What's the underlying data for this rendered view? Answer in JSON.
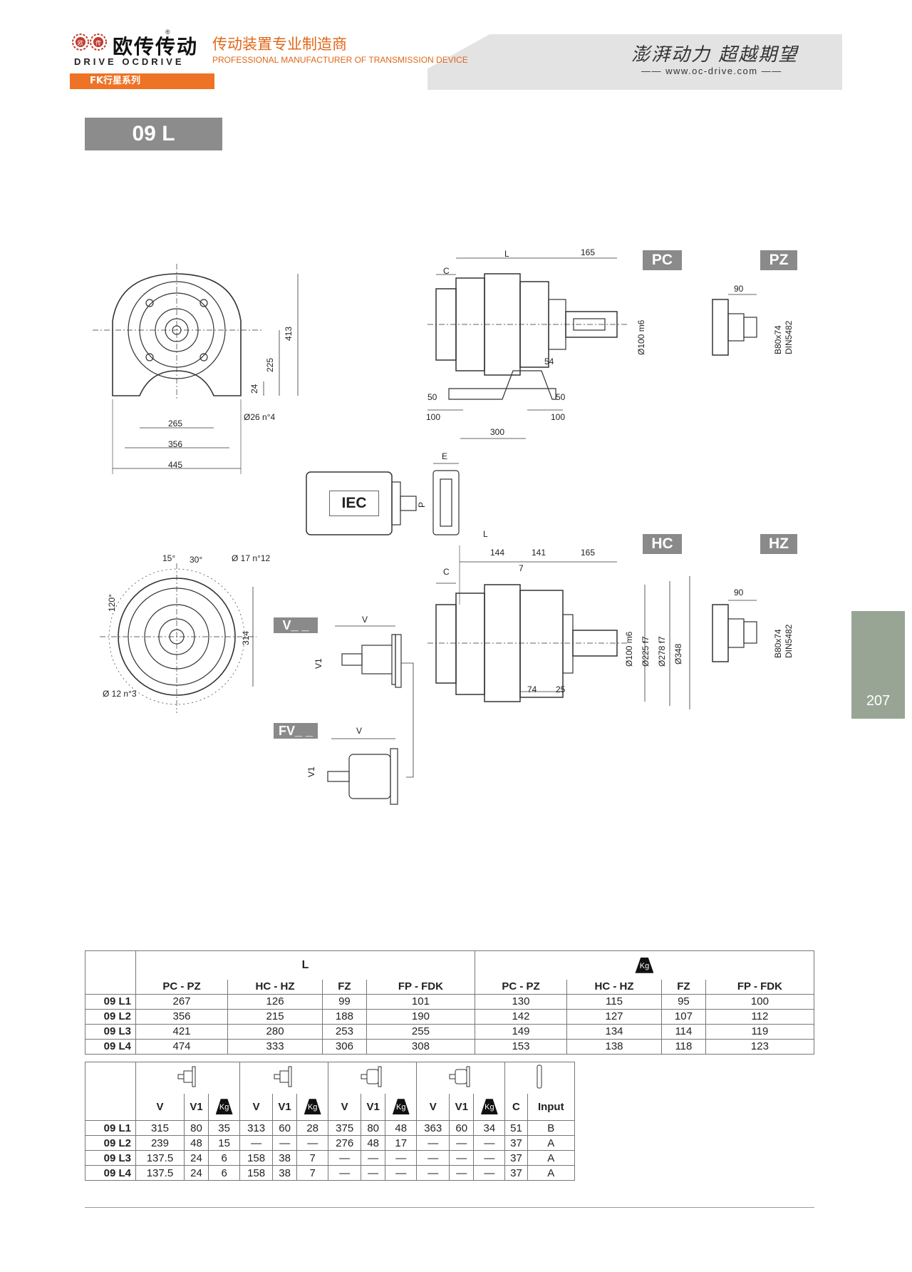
{
  "header": {
    "brand_cn": "欧传传动",
    "brand_en": "DRIVE OCDRIVE",
    "logo_badge_1": "欧",
    "logo_badge_2": "传",
    "logo_reg": "®",
    "slogan_cn": "传动装置专业制造商",
    "slogan_en": "PROFESSIONAL MANUFACTURER OF TRANSMISSION DEVICE",
    "motto_cn": "澎湃动力 超越期望",
    "website": "www.oc-drive.com",
    "series": "FK行星系列",
    "accent_color": "#ee7326"
  },
  "model": "09 L",
  "page_number": "207",
  "drawing": {
    "tags": {
      "pc": "PC",
      "pz": "PZ",
      "hc": "HC",
      "hz": "HZ",
      "v": "V_ _",
      "fv": "FV_ _",
      "iec": "IEC"
    },
    "front_view": {
      "d1": "413",
      "d2": "225",
      "d3": "24",
      "d4": "265",
      "d5": "Ø26 n°4",
      "d6": "356",
      "d7": "445"
    },
    "flange_view": {
      "a1": "15°",
      "a2": "30°",
      "h1": "Ø 17 n°12",
      "a3": "120°",
      "d1": "314",
      "h2": "Ø 12 n°3"
    },
    "pc_view": {
      "c": "C",
      "l": "L",
      "d165": "165",
      "shaft": "Ø100 m6",
      "d54": "54",
      "d50a": "50",
      "d50b": "50",
      "d100a": "100",
      "d100b": "100",
      "d300": "300"
    },
    "pz_view": {
      "d90": "90",
      "spline1": "B80x74",
      "spline2": "DIN5482"
    },
    "iec_view": {
      "e": "E",
      "p": "P"
    },
    "hc_view": {
      "l": "L",
      "d144": "144",
      "d141": "141",
      "d165": "165",
      "d7": "7",
      "c": "C",
      "shaft": "Ø100 m6",
      "d225": "Ø225 f7",
      "d278": "Ø278 f7",
      "d348": "Ø348",
      "d74": "74",
      "d25": "25"
    },
    "hz_view": {
      "d90": "90",
      "spline1": "B80x74",
      "spline2": "DIN5482"
    },
    "v_view": {
      "v": "V",
      "v1": "V1"
    },
    "fv_view": {
      "v": "V",
      "v1": "V1"
    }
  },
  "table1": {
    "header_l": "L",
    "weight_icon": "Kg",
    "columns": [
      "PC - PZ",
      "HC - HZ",
      "FZ",
      "FP - FDK",
      "PC - PZ",
      "HC - HZ",
      "FZ",
      "FP - FDK"
    ],
    "rows": [
      {
        "label": "09 L1",
        "cells": [
          "267",
          "126",
          "99",
          "101",
          "130",
          "115",
          "95",
          "100"
        ]
      },
      {
        "label": "09 L2",
        "cells": [
          "356",
          "215",
          "188",
          "190",
          "142",
          "127",
          "107",
          "112"
        ]
      },
      {
        "label": "09 L3",
        "cells": [
          "421",
          "280",
          "253",
          "255",
          "149",
          "134",
          "114",
          "119"
        ]
      },
      {
        "label": "09 L4",
        "cells": [
          "474",
          "333",
          "306",
          "308",
          "153",
          "138",
          "118",
          "123"
        ]
      }
    ]
  },
  "table2": {
    "kg": "Kg",
    "columns": [
      "V",
      "V1",
      "Kg",
      "V",
      "V1",
      "Kg",
      "V",
      "V1",
      "Kg",
      "V",
      "V1",
      "Kg",
      "C",
      "Input"
    ],
    "rows": [
      {
        "label": "09 L1",
        "cells": [
          "315",
          "80",
          "35",
          "313",
          "60",
          "28",
          "375",
          "80",
          "48",
          "363",
          "60",
          "34",
          "51",
          "B"
        ]
      },
      {
        "label": "09 L2",
        "cells": [
          "239",
          "48",
          "15",
          "—",
          "—",
          "—",
          "276",
          "48",
          "17",
          "—",
          "—",
          "—",
          "37",
          "A"
        ]
      },
      {
        "label": "09 L3",
        "cells": [
          "137.5",
          "24",
          "6",
          "158",
          "38",
          "7",
          "—",
          "—",
          "—",
          "—",
          "—",
          "—",
          "37",
          "A"
        ]
      },
      {
        "label": "09 L4",
        "cells": [
          "137.5",
          "24",
          "6",
          "158",
          "38",
          "7",
          "—",
          "—",
          "—",
          "—",
          "—",
          "—",
          "37",
          "A"
        ]
      }
    ]
  }
}
